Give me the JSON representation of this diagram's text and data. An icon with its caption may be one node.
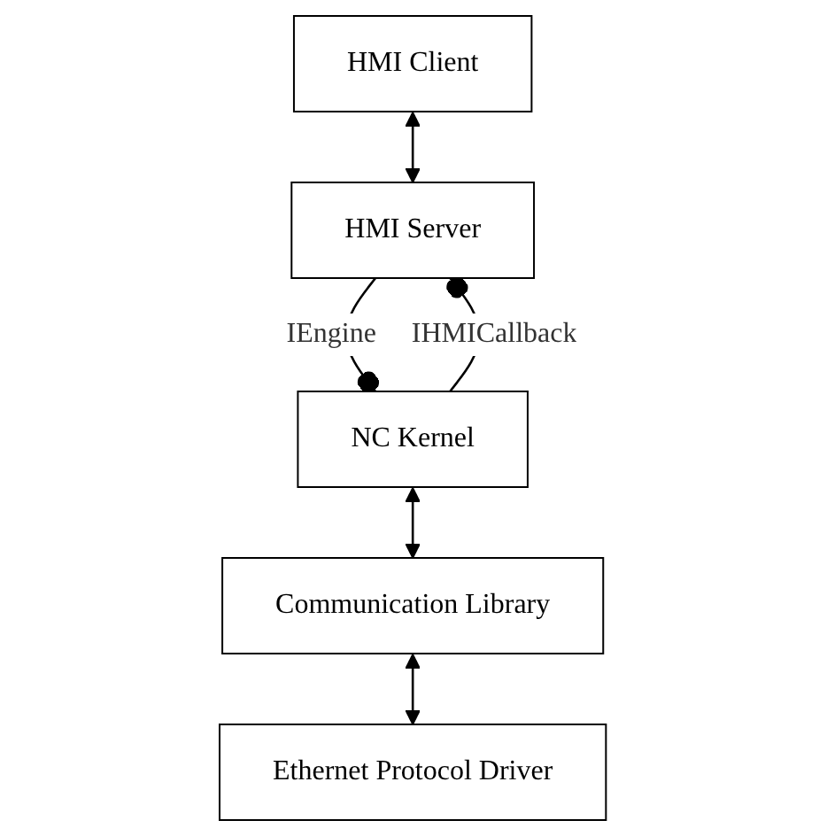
{
  "diagram": {
    "nodes": [
      {
        "text": [
          "HMI Client"
        ]
      },
      {
        "text": [
          "HMI Server"
        ]
      },
      {
        "text": [
          "NC Kernel"
        ]
      },
      {
        "text": [
          "Communication Library"
        ]
      },
      {
        "text": [
          "Ethernet Protocol Driver"
        ]
      }
    ],
    "edges": [
      {
        "from": 0,
        "to": 1,
        "arrow": "both"
      },
      {
        "from": 1,
        "to": 2,
        "arrow": "other",
        "label": "IEngine"
      },
      {
        "from": 2,
        "to": 1,
        "arrow": "other",
        "label": "IHMICallback"
      },
      {
        "from": 2,
        "to": 3,
        "arrow": "both"
      },
      {
        "from": 3,
        "to": 4,
        "arrow": "both"
      }
    ]
  }
}
